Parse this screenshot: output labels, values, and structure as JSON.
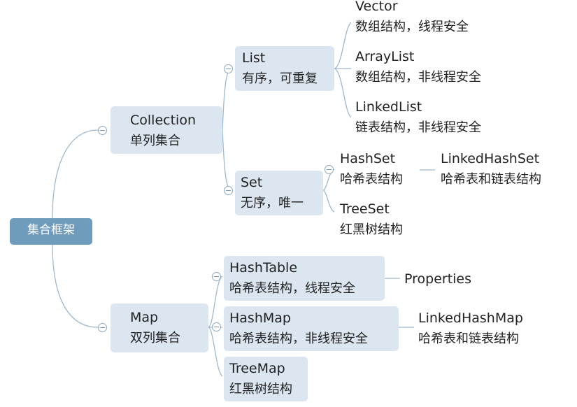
{
  "root": {
    "label": "集合框架"
  },
  "collection": {
    "title": "Collection",
    "subtitle": "单列集合",
    "list": {
      "title": "List",
      "subtitle": "有序，可重复",
      "vector": {
        "title": "Vector",
        "subtitle": "数组结构，线程安全"
      },
      "arraylist": {
        "title": "ArrayList",
        "subtitle": "数组结构，非线程安全"
      },
      "linkedlist": {
        "title": "LinkedList",
        "subtitle": "链表结构，非线程安全"
      }
    },
    "set": {
      "title": "Set",
      "subtitle": "无序，唯一",
      "hashset": {
        "title": "HashSet",
        "subtitle": "哈希表结构",
        "linkedhashset": {
          "title": "LinkedHashSet",
          "subtitle": "哈希表和链表结构"
        }
      },
      "treeset": {
        "title": "TreeSet",
        "subtitle": "红黑树结构"
      }
    }
  },
  "map": {
    "title": "Map",
    "subtitle": "双列集合",
    "hashtable": {
      "title": "HashTable",
      "subtitle": "哈希表结构，线程安全",
      "properties": {
        "title": "Properties"
      }
    },
    "hashmap": {
      "title": "HashMap",
      "subtitle": "哈希表结构，非线程安全",
      "linkedhashmap": {
        "title": "LinkedHashMap",
        "subtitle": "哈希表和链表结构"
      }
    },
    "treemap": {
      "title": "TreeMap",
      "subtitle": "红黑树结构"
    }
  },
  "colors": {
    "root_fill": "#6f9cbd",
    "node_fill": "#dbe6f1",
    "connector": "#9fb8cc"
  }
}
